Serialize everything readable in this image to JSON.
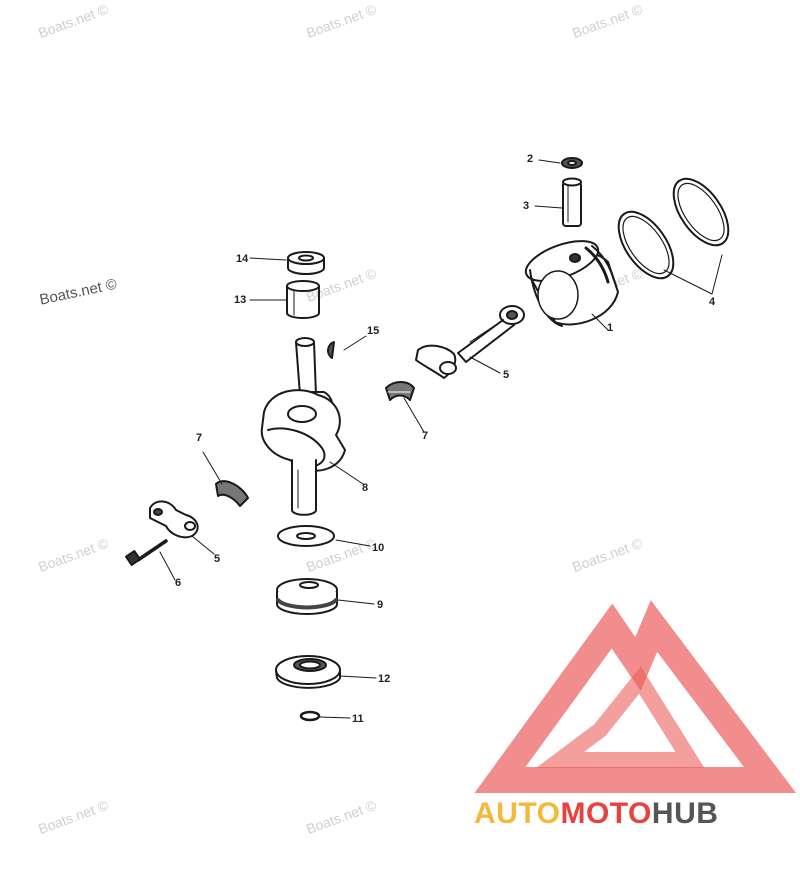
{
  "watermark": "Boats.net ©",
  "callouts": {
    "c1": "1",
    "c2": "2",
    "c3": "3",
    "c4": "4",
    "c5a": "5",
    "c5b": "5",
    "c6": "6",
    "c7a": "7",
    "c7b": "7",
    "c8": "8",
    "c9": "9",
    "c10": "10",
    "c11": "11",
    "c12": "12",
    "c13": "13",
    "c14": "14",
    "c15": "15"
  },
  "brand": {
    "part1": "AUTO",
    "part2": "MOTO",
    "part3": "HUB"
  },
  "colors": {
    "line": "#1a1a1a",
    "logo_red": "#e8423f",
    "logo_yellow": "#f2b93b",
    "logo_gray": "#555555",
    "watermark": "#cfcfcf"
  }
}
